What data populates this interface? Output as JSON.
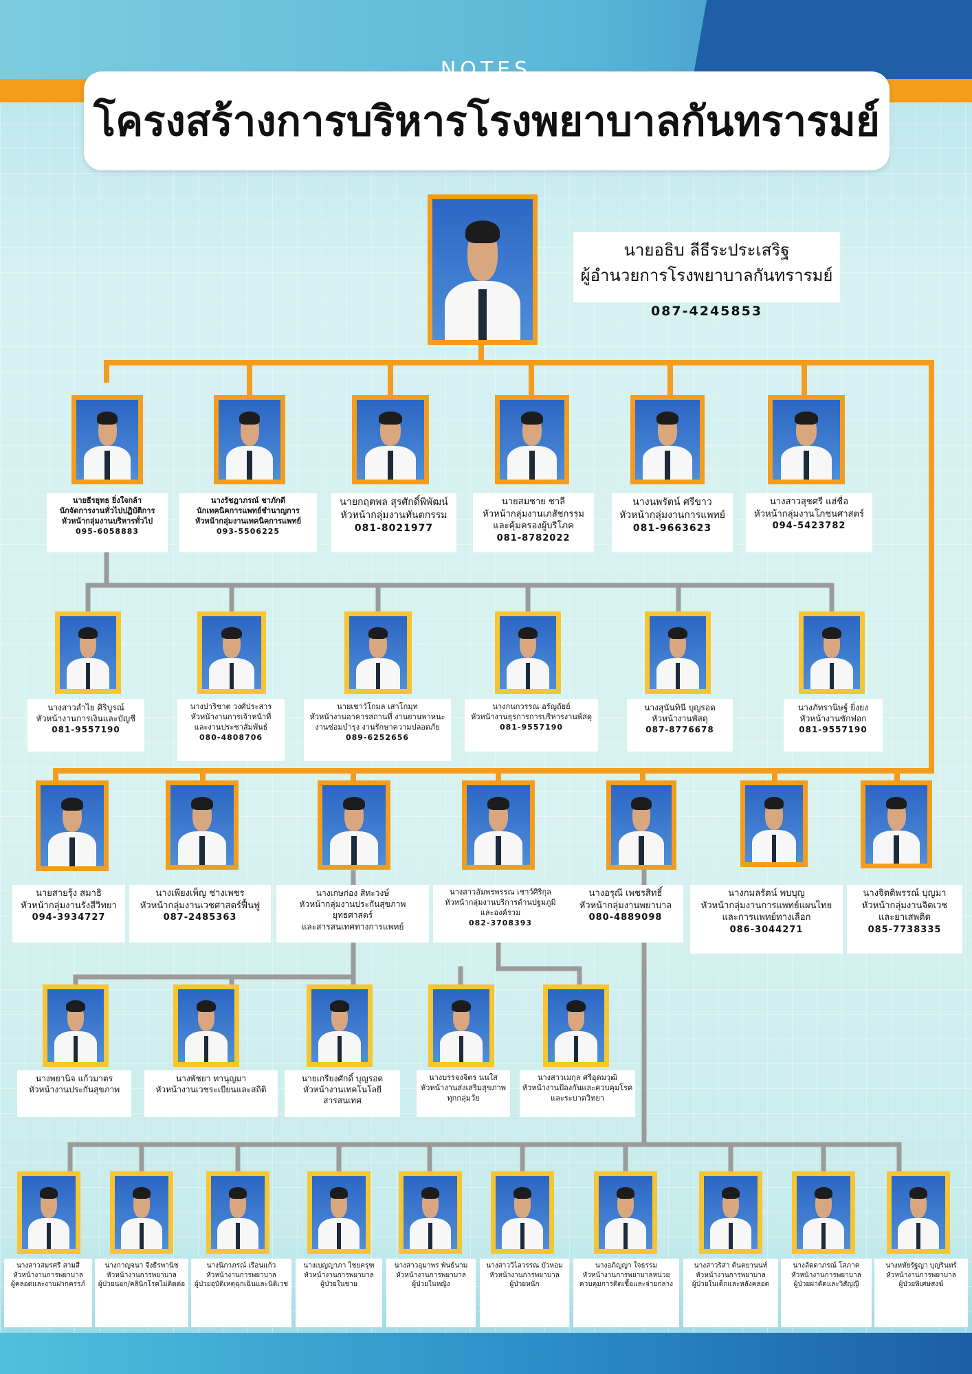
{
  "header": {
    "notes_label": "NOTES",
    "title": "โครงสร้างการบริหารโรงพยาบาลกันทรารมย์"
  },
  "director": {
    "name": "นายอธิบ ลีธีระประเสริฐ",
    "position": "ผู้อำนวยการโรงพยาบาลกันทรารมย์",
    "phone": "087-4245853"
  },
  "row1": [
    {
      "name": "นายธีรยุทธ ยิ่งใจกล้า",
      "position": "นักจัดการงานทั่วไปปฏิบัติการ",
      "position2": "หัวหน้ากลุ่มงานบริหารทั่วไป",
      "phone": "095-6058883"
    },
    {
      "name": "นางรัชฎาภรณ์ ชาภักดี",
      "position": "นักเทคนิคการแพทย์ชำนาญการ",
      "position2": "หัวหน้ากลุ่มงานเทคนิคการแพทย์",
      "phone": "093-5506225"
    },
    {
      "name": "นายกฤตพล สุรศักดิ์พิพัฒน์",
      "position": "หัวหน้ากลุ่มงานทันตกรรม",
      "position2": "",
      "phone": "081-8021977"
    },
    {
      "name": "นายสมชาย ชาลี",
      "position": "หัวหน้ากลุ่มงานเภสัชกรรม",
      "position2": "และคุ้มครองผู้บริโภค",
      "phone": "081-8782022"
    },
    {
      "name": "นางนพรัตน์ ศรีขาว",
      "position": "หัวหน้ากลุ่มงานการแพทย์",
      "position2": "",
      "phone": "081-9663623"
    },
    {
      "name": "นางสาวสุชศรี แฮ่ชื่อ",
      "position": "หัวหน้ากลุ่มงานโภชนศาสตร์",
      "position2": "",
      "phone": "094-5423782"
    }
  ],
  "row2": [
    {
      "name": "นางสาวลำไย ศิริบูรณ์",
      "position": "หัวหน้างานการเงินและบัญชี",
      "position2": "",
      "phone": "081-9557190"
    },
    {
      "name": "นางปาริชาต วงศ์ประสาร",
      "position": "หัวหน้างานการเจ้าหน้าที่",
      "position2": "และงานประชาสัมพันธ์",
      "phone": "080-4808706"
    },
    {
      "name": "นายเชาว์โกมล เสาโกมุท",
      "position": "หัวหน้างานอาคารสถานที่ งานยานพาหนะ",
      "position2": "งานซ่อมบำรุง งานรักษาความปลอดภัย",
      "phone": "089-6252656"
    },
    {
      "name": "นางกนกวรรณ อรัญถัยย์",
      "position": "หัวหน้างานธุรการการบริหารงานพัสดุ",
      "position2": "",
      "phone": "081-9557190"
    },
    {
      "name": "นางสุนันทินี บุญรอด",
      "position": "หัวหน้างานพัสดุ",
      "position2": "",
      "phone": "087-8776678"
    },
    {
      "name": "นางภัทรานิษฐ์ ยิ่งยง",
      "position": "หัวหน้างานซักฟอก",
      "position2": "",
      "phone": "081-9557190"
    }
  ],
  "row3": [
    {
      "name": "นายสายรุ้ง สมาธิ",
      "position": "หัวหน้ากลุ่มงานรังสีวิทยา",
      "position2": "",
      "phone": "094-3934727"
    },
    {
      "name": "นางเพียงเพ็ญ ช่างเพชร",
      "position": "หัวหน้ากลุ่มงานเวชศาสตร์ฟื้นฟู",
      "position2": "",
      "phone": "087-2485363"
    },
    {
      "name": "นางเกษก่อง สิทะวงษ์",
      "position": "หัวหน้ากลุ่มงานประกันสุขภาพ ยุทธศาสตร์",
      "position2": "และสารสนเทศทางการแพทย์",
      "phone": ""
    },
    {
      "name": "นางสาวอัมพรพรรณ เชาว์ศิริกุล",
      "position": "หัวหน้ากลุ่มงานบริการด้านปฐมภูมิ",
      "position2": "และองค์รวม",
      "phone": "082-3708393"
    },
    {
      "name": "นางอรุณี เพชรสิทธิ์",
      "position": "หัวหน้ากลุ่มงานพยาบาล",
      "position2": "",
      "phone": "080-4889098"
    },
    {
      "name": "นางกมลรัตน์ พบบุญ",
      "position": "หัวหน้ากลุ่มงานการแพทย์แผนไทย",
      "position2": "และการแพทย์ทางเลือก",
      "phone": "086-3044271"
    },
    {
      "name": "นางจิตติพรรณ์ บุญมา",
      "position": "หัวหน้ากลุ่มงานจิตเวช",
      "position2": "และยาเสพติด",
      "phone": "085-7738335"
    }
  ],
  "row4": [
    {
      "name": "นางพยานิจ แก้วมาตร",
      "position": "หัวหน้างานประกันสุขภาพ",
      "position2": ""
    },
    {
      "name": "นางพัชยา ทานุญมา",
      "position": "หัวหน้างานเวชระเบียนและสถิติ",
      "position2": ""
    },
    {
      "name": "นายเกรียงศักดิ์ บุญรอด",
      "position": "หัวหน้างานเทคโนโลยีสารสนเทศ",
      "position2": ""
    },
    {
      "name": "นางบรรจงจิตร นนใส",
      "position": "หัวหน้างานส่งเสริมสุขภาพ",
      "position2": "ทุกกลุ่มวัย"
    },
    {
      "name": "นางสาวเมกุล ศรีอุดมวุฒิ",
      "position": "หัวหน้างานป้องกันและควบคุมโรค",
      "position2": "และระบาดวิทยา"
    }
  ],
  "row5": [
    {
      "name": "นางสาวสมรศรี สามสี",
      "position": "หัวหน้างานการพยาบาล",
      "position2": "ผู้คลอดและงานฝากครรภ์"
    },
    {
      "name": "นางกาญจนา จึงธีรพานิช",
      "position": "หัวหน้างานการพยาบาล",
      "position2": "ผู้ป่วยนอก/คลินิกโรคไม่ติดต่อ"
    },
    {
      "name": "นางนิภาภรณ์ เรือนแก้ว",
      "position": "หัวหน้างานการพยาบาล",
      "position2": "ผู้ป่วยอุบัติเหตุฉุกเฉินและนิติเวช"
    },
    {
      "name": "นางเบญญาภา ไชยครุฑ",
      "position": "หัวหน้างานการพยาบาล",
      "position2": "ผู้ป่วยในชาย"
    },
    {
      "name": "นางสาวอุมาพร พันธ์นาม",
      "position": "หัวหน้างานการพยาบาล",
      "position2": "ผู้ป่วยในหญิง"
    },
    {
      "name": "นางสาววิไลวรรณ บัวหอม",
      "position": "หัวหน้างานการพยาบาล",
      "position2": "ผู้ป่วยหนัก"
    },
    {
      "name": "นางอภิญญา ใจธรรม",
      "position": "หัวหน้างานการพยาบาลหน่วย",
      "position2": "ควบคุมการติดเชื้อและจ่ายกลาง"
    },
    {
      "name": "นางสาวริสา ต้นตยานนท์",
      "position": "หัวหน้างานการพยาบาล",
      "position2": "ผู้ป่วยในเด็กและหลังคลอด"
    },
    {
      "name": "นางลัดดาภรณ์ โสภาค",
      "position": "หัวหน้างานการพยาบาล",
      "position2": "ผู้ป่วยผ่าตัดและวิสัญญี"
    },
    {
      "name": "นางหทัยรัฐญา บุญรินทร์",
      "position": "หัวหน้างานการพยาบาล",
      "position2": "ผู้ป่วยพิเศษสงฆ์"
    }
  ],
  "colors": {
    "orange": "#f39c1e",
    "yellow": "#f7c531",
    "connector_grey": "#9b9b9b",
    "photo_blue": "#2c66c4"
  }
}
